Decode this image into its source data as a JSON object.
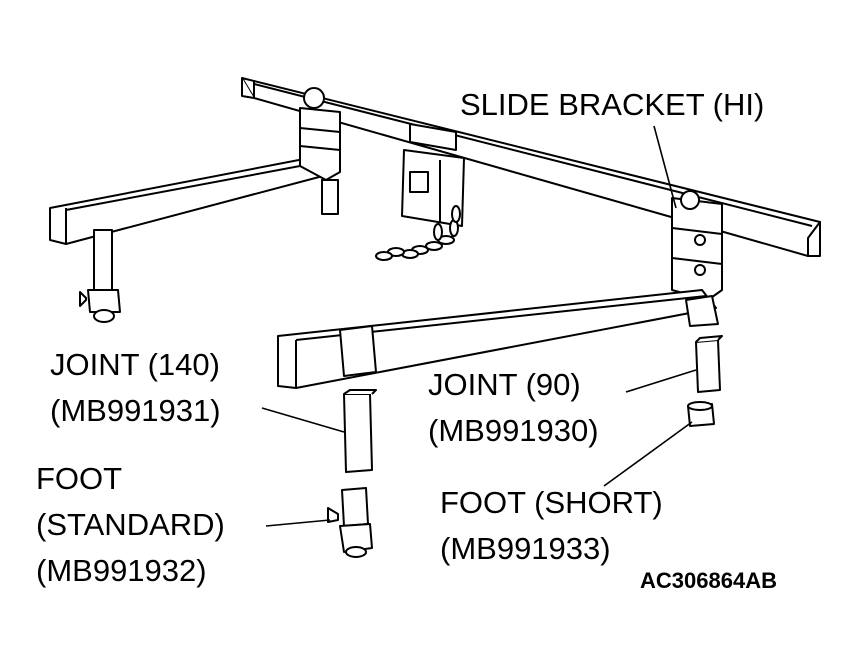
{
  "labels": {
    "slide_bracket": "SLIDE BRACKET (HI)",
    "joint_140_name": "JOINT (140)",
    "joint_140_part": "(MB991931)",
    "joint_90_name": "JOINT (90)",
    "joint_90_part": "(MB991930)",
    "foot_standard_name": "FOOT",
    "foot_standard_type": "(STANDARD)",
    "foot_standard_part": "(MB991932)",
    "foot_short_name": "FOOT (SHORT)",
    "foot_short_part": "(MB991933)"
  },
  "figure_code": "AC306864AB"
}
